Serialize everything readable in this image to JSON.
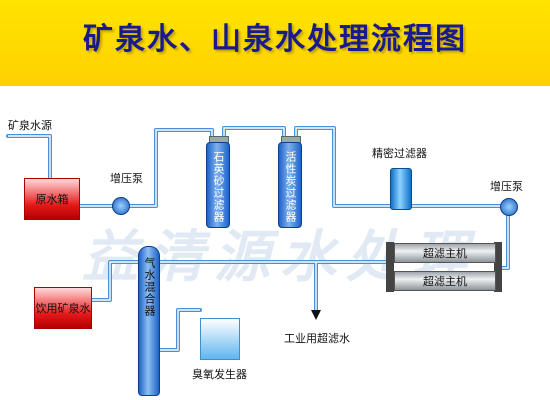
{
  "title": "矿泉水、山泉水处理流程图",
  "watermark": "益清源水处理",
  "labels": {
    "source": "矿泉水源",
    "raw_tank": "原水箱",
    "pump1": "增压泵",
    "quartz_filter": "石英砂过滤器",
    "carbon_filter": "活性炭过滤器",
    "precision_filter": "精密过滤器",
    "pump2": "增压泵",
    "uf1": "超滤主机",
    "uf2": "超滤主机",
    "industrial": "工业用超滤水",
    "product": "饮用矿泉水",
    "gas_mixer": "气水混合器",
    "ozone": "臭氧发生器"
  },
  "colors": {
    "banner": "#ffd800",
    "title": "#1a1a8f",
    "pipe": "#4a8fd8",
    "tank": "#e61919",
    "vessel": "#1d63c9"
  }
}
